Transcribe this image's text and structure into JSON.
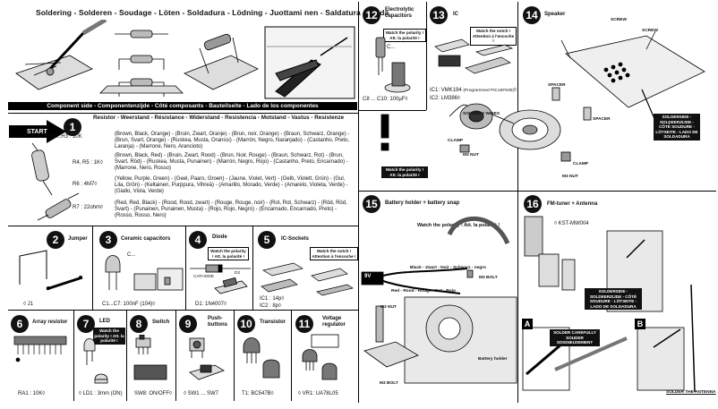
{
  "header": {
    "soldering_title": "Soldering - Solderen - Soudage - Löten - Soldadura - Lödning - Juottami nen - Saldatura - Solda",
    "component_side": "Component side - Componentenzijde - Côté composants - Bauteilseite - Lado de los componentes"
  },
  "step1": {
    "num": "1",
    "title": "Resistor - Weerstand - Résistance - Widerstand - Resistencia - Motstand - Vastus - Resistenze",
    "start": "START",
    "rows": [
      {
        "ref": "◊ H1...H3 : 10K",
        "desc": "(Brown, Black, Orange) - (Bruin, Zwart, Oranje) - (Brun, noir, Orange) - (Braun, Schwarz, Orange) - (Brun, Svart, Orange) - (Ruskea, Musta, Oranssi) - (Marrón, Negro, Naranjado) - (Castanho, Preto, Laranja) - (Marrone, Nero, Arancioto)"
      },
      {
        "ref": "R4, R5 : 1K◊",
        "desc": "(Brown, Black, Red) - (Bruin, Zwart, Rood) - (Brun, Noir, Rouge) - (Braun, Schwarz, Rot) - (Brun, Svart, Röd) - (Ruskea, Musta, Punainen) - (Marrón, Negro, Rojo) - (Castanho, Preto, Encarnado) - (Marrone, Nero, Rosso)"
      },
      {
        "ref": "R6 : 4M7◊",
        "desc": "(Yellow, Purple, Green) - (Geel, Paars, Groen) - (Jaune, Violet, Vert) - (Gelb, Violett, Grün) - (Gul, Lila, Grön) - (Keltainen, Purppura, Vihreä) - (Amarillo, Morado, Verde) - (Amarelo, Violeta, Verde) - (Giallo, Viola, Verde)"
      },
      {
        "ref": "R7 : 22ohm◊",
        "desc": "(Red, Red, Black) - (Rood, Rood, zwart) - (Rouge, Rouge, noir) - (Rot, Rot, Schwarz) - (Röd, Röd, Svart) - (Punainen, Punainen, Musta) - (Rojo, Rojo, Negro) - (Encarnado, Encarnado, Preto) - (Rosso, Rosso, Nero)"
      }
    ]
  },
  "step2": {
    "num": "2",
    "title": "Jumper",
    "ref": "◊ J1"
  },
  "step3": {
    "num": "3",
    "title": "Ceramic capacitors",
    "c_label": "C...",
    "ref": "C1...C7: 100nF (104)◊"
  },
  "step4": {
    "num": "4",
    "title": "Diode",
    "warn": "Watch the polarity ! Att. la polarité !",
    "cathode": "CATHODE",
    "d2": "D2",
    "ref": "D1: 1N4007◊"
  },
  "step5": {
    "num": "5",
    "title": "IC-Sockets",
    "warn": "Watch the notch ! Attention à l'encoche !",
    "ref1": "IC1 : 14p◊",
    "ref2": "IC2 : 8p◊"
  },
  "step6": {
    "num": "6",
    "title": "Array resistor",
    "ref": "RA1 : 10K◊"
  },
  "step7": {
    "num": "7",
    "title": "LED",
    "warn": "Watch the polarity ! Att. la polarité !",
    "ref": "◊ LD1 : 3mm (ON)"
  },
  "step8": {
    "num": "8",
    "title": "Switch",
    "ref": "SW8: ON/OFF◊"
  },
  "step9": {
    "num": "9",
    "title": "Push-buttons",
    "ref": "◊ SW1 ... SW7"
  },
  "step10": {
    "num": "10",
    "title": "Transistor",
    "ref": "T1: BC547B◊"
  },
  "step11": {
    "num": "11",
    "title": "Voltage regulator",
    "ref": "◊ VR1: UA78L05"
  },
  "step12": {
    "num": "12",
    "title": "Electrolytic capacitors",
    "warn": "Watch the polarity ! Att. la polarité !",
    "c_label": "C...",
    "ref": "C8 ... C10: 100µF◊"
  },
  "step13": {
    "num": "13",
    "title": "IC",
    "warn": "Watch the notch ! Attention à l'encoche !",
    "ref1": "IC1: VMK194",
    "ref1_note": "(Programmed PIC16F630)",
    "ref1_suffix": "◊",
    "ref2": "IC2: LM386◊"
  },
  "step14": {
    "num": "14",
    "title": "Speaker",
    "screw1": "SCREW",
    "screw2": "SCREW",
    "spacer1": "SPACER",
    "spacer2": "SPACER",
    "solder_wires": "SOLDER 2 WIRES",
    "clamp1": "CLAMP",
    "clamp2": "CLAMP",
    "nut1": "M3 NUT",
    "nut2": "M3 NUT",
    "warn": "Watch the polarity ! Att. la polarité !",
    "solderside": "SOLDERSIDE - SOLDEERZIJDE - CÔTÉ SOUDURE - LÖTSEITE - LADO DE SOLDADURA"
  },
  "step15": {
    "num": "15",
    "title": "Battery holder + battery snap",
    "warn": "Watch the polarity ! Att. la polarité !",
    "black": "Black - Zwart - Noir - Schwarz - negro",
    "red": "Red - Rood - Rouge - Rot - Rojo",
    "nine_v": "9V",
    "bolt1": "M3 BOLT",
    "nut": "M3 NUT",
    "bolt2": "M3 BOLT",
    "holder": "Battery holder"
  },
  "step16": {
    "num": "16",
    "title": "FM-tuner + Antenna",
    "ref": "◊ KST-MW004",
    "solderside": "SOLDERSIDE - SOLDEERZIJDE - CÔTÉ SOUDURE - LÖTSEITE - LADO DE SOLDADURA",
    "a": "A",
    "b": "B",
    "solder_carefully": "SOLDER CAREFULLY",
    "souder": "SOUDER SOIGNEUSEMENT",
    "solder_antenna": "SOLDER THE ANTENNA"
  },
  "colors": {
    "black": "#000000",
    "gray": "#e9e9e9"
  }
}
